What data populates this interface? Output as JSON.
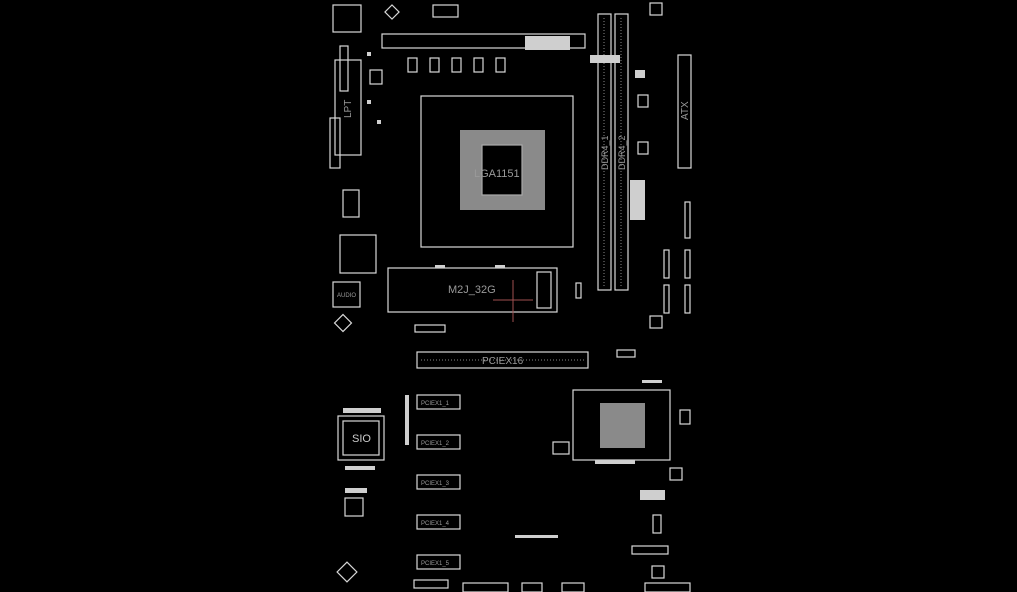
{
  "board": {
    "cpu_socket": "LGA1151",
    "m2_slot": "M2J_32G",
    "dimm1": "DDR4_1",
    "dimm2": "DDR4_2",
    "atx": "ATX",
    "lpt": "LPT",
    "audio": "AUDIO",
    "sio": "SIO",
    "pcie_x16": "PCIEX16",
    "pcie_x1": [
      "PCIEX1_1",
      "PCIEX1_2",
      "PCIEX1_3",
      "PCIEX1_4",
      "PCIEX1_5"
    ]
  },
  "colors": {
    "background": "#000000",
    "outline": "#d8d8d8",
    "cursor": "#a05050"
  }
}
